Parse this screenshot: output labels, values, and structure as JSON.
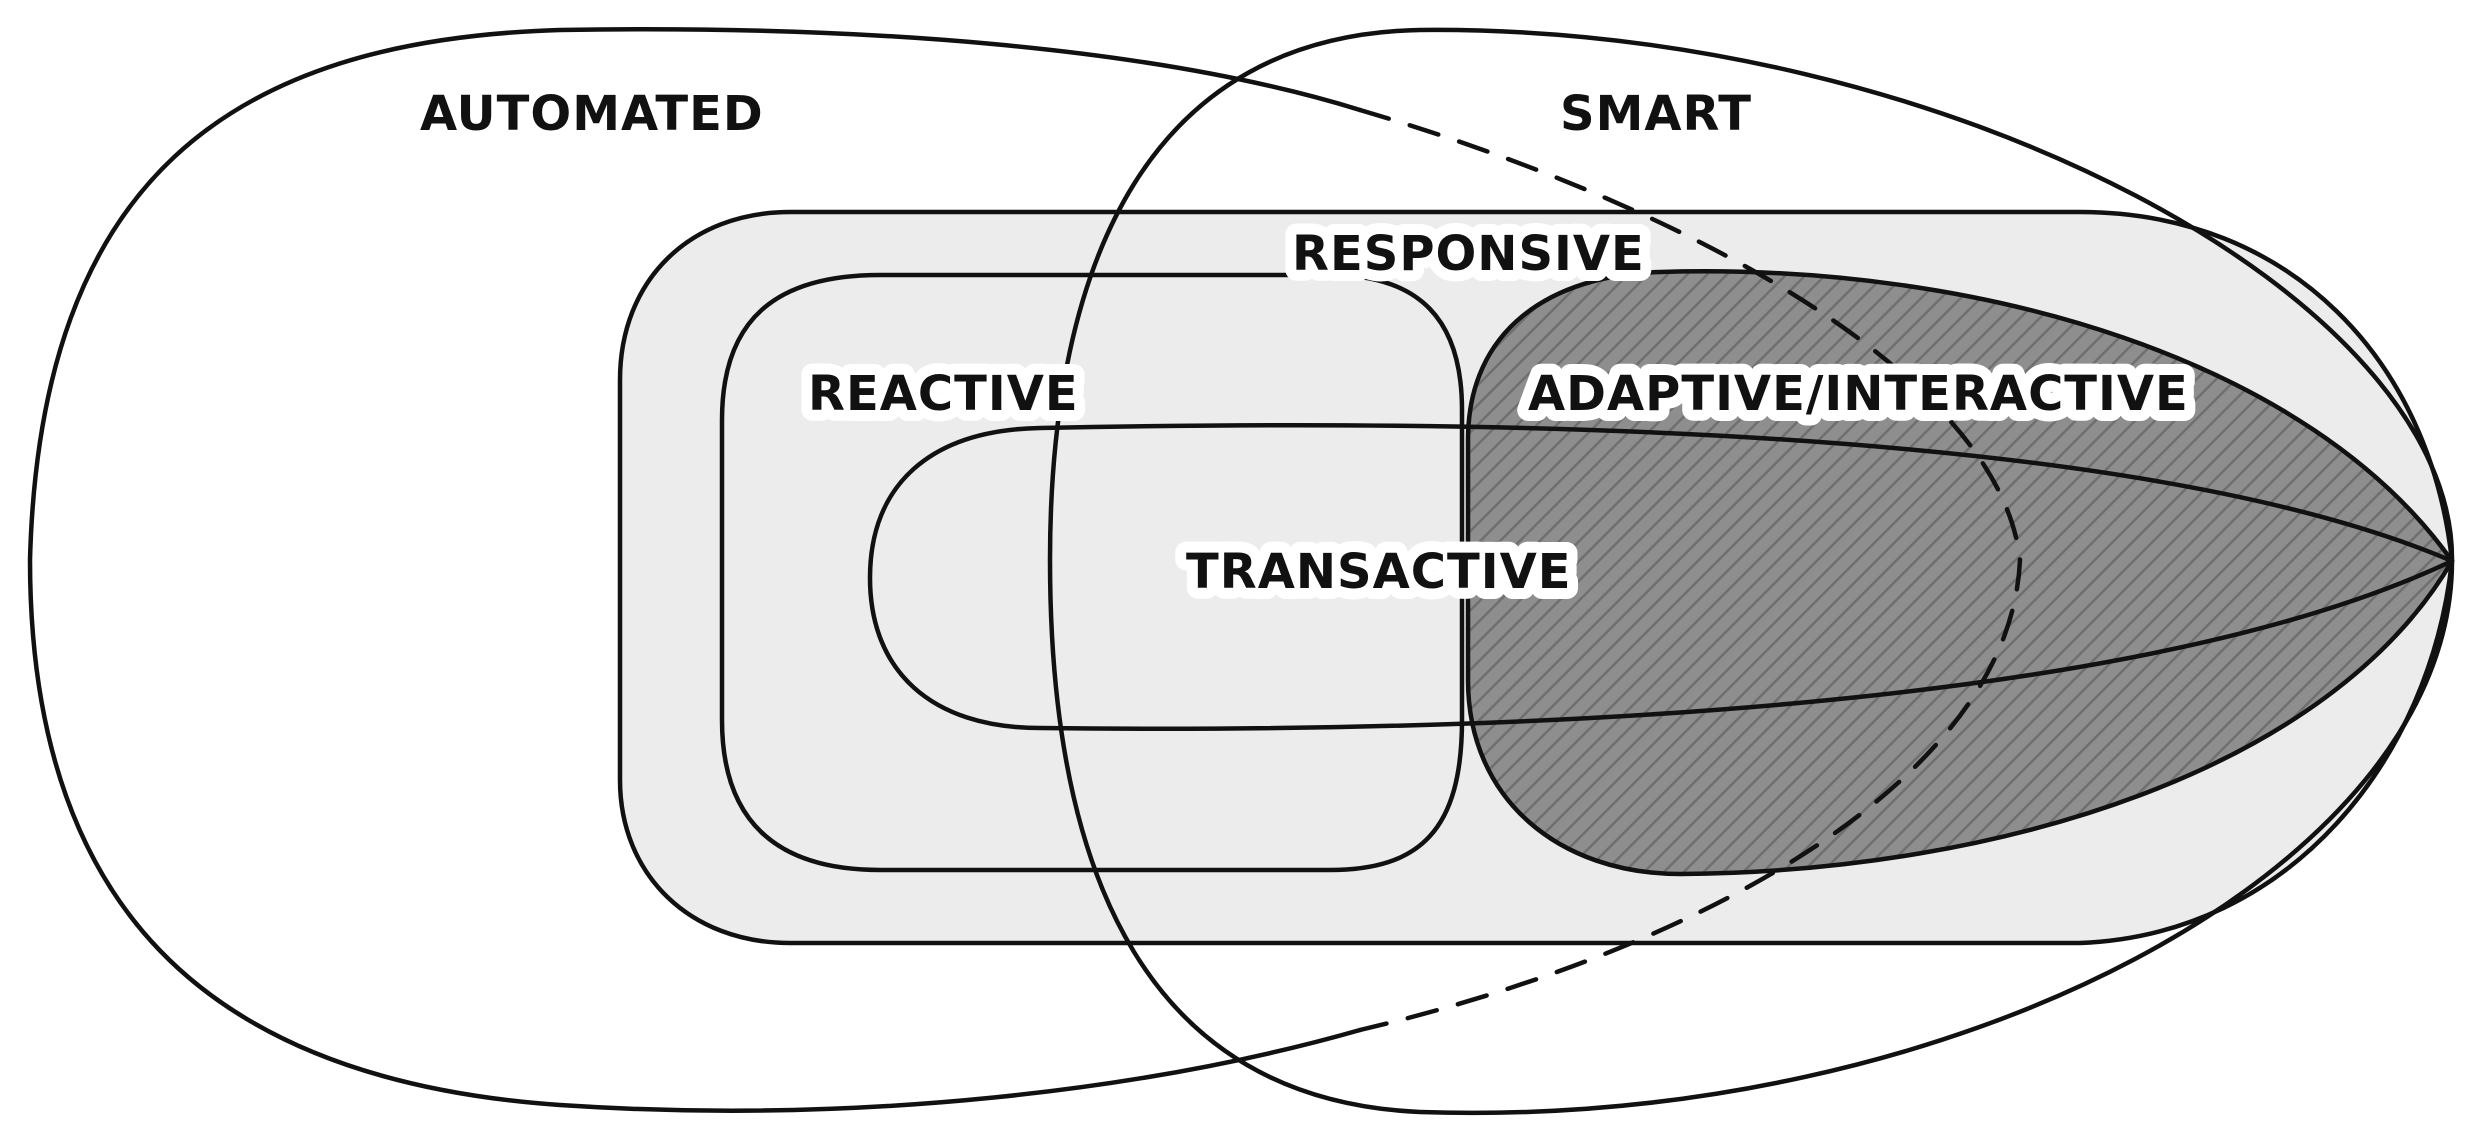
{
  "diagram": {
    "labels": {
      "automated": "AUTOMATED",
      "smart": "SMART",
      "responsive": "RESPONSIVE",
      "reactive": "REACTIVE",
      "adaptive": "ADAPTIVE/INTERACTIVE",
      "transactive": "TRANSACTIVE"
    },
    "colors": {
      "outline": "#111111",
      "responsive_fill": "#ececec",
      "adaptive_fill": "#8e8e8e",
      "background": "#ffffff"
    }
  }
}
